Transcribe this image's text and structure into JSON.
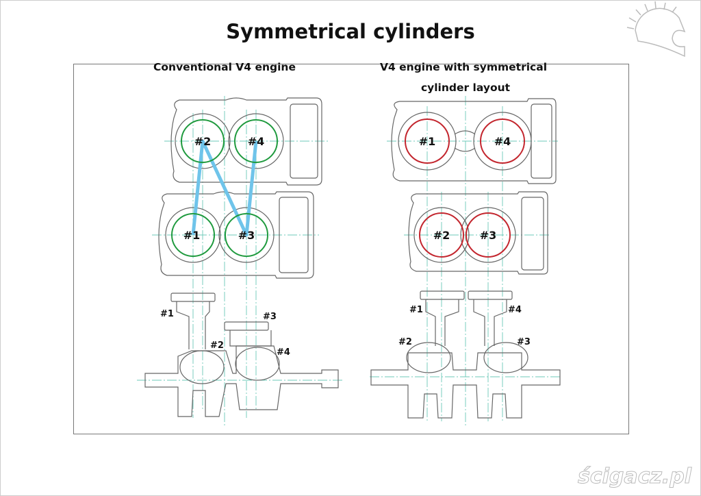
{
  "title": "Symmetrical cylinders",
  "left": {
    "heading": "Conventional V4 engine",
    "cylinders": [
      "#2",
      "#4",
      "#1",
      "#3"
    ],
    "pistons": [
      "#1",
      "#2",
      "#3",
      "#4"
    ],
    "circle_color": "#1f9a3e",
    "firing_line_color": "#6fc4ea"
  },
  "right": {
    "heading_line1": "V4 engine with symmetrical",
    "heading_line2": "cylinder layout",
    "cylinders": [
      "#1",
      "#4",
      "#2",
      "#3"
    ],
    "pistons": [
      "#1",
      "#4",
      "#2",
      "#3"
    ],
    "circle_color": "#c3262e"
  },
  "watermark": "ścigacz.pl"
}
